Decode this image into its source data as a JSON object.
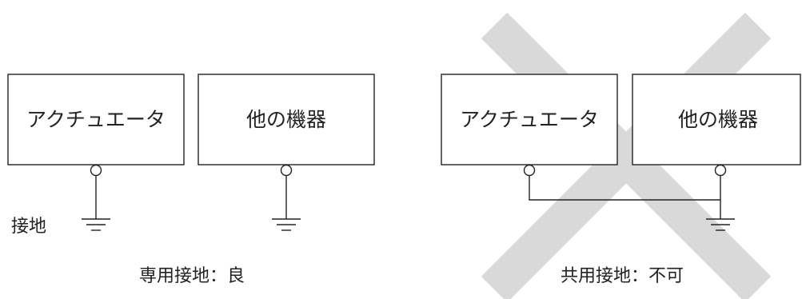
{
  "left": {
    "device_a": "アクチュエータ",
    "device_b": "他の機器",
    "ground_label": "接地",
    "caption": "専用接地：良"
  },
  "right": {
    "device_a": "アクチュエータ",
    "device_b": "他の機器",
    "caption": "共用接地：不可"
  },
  "colors": {
    "cross": "#d9d9d9",
    "line": "#222222"
  }
}
